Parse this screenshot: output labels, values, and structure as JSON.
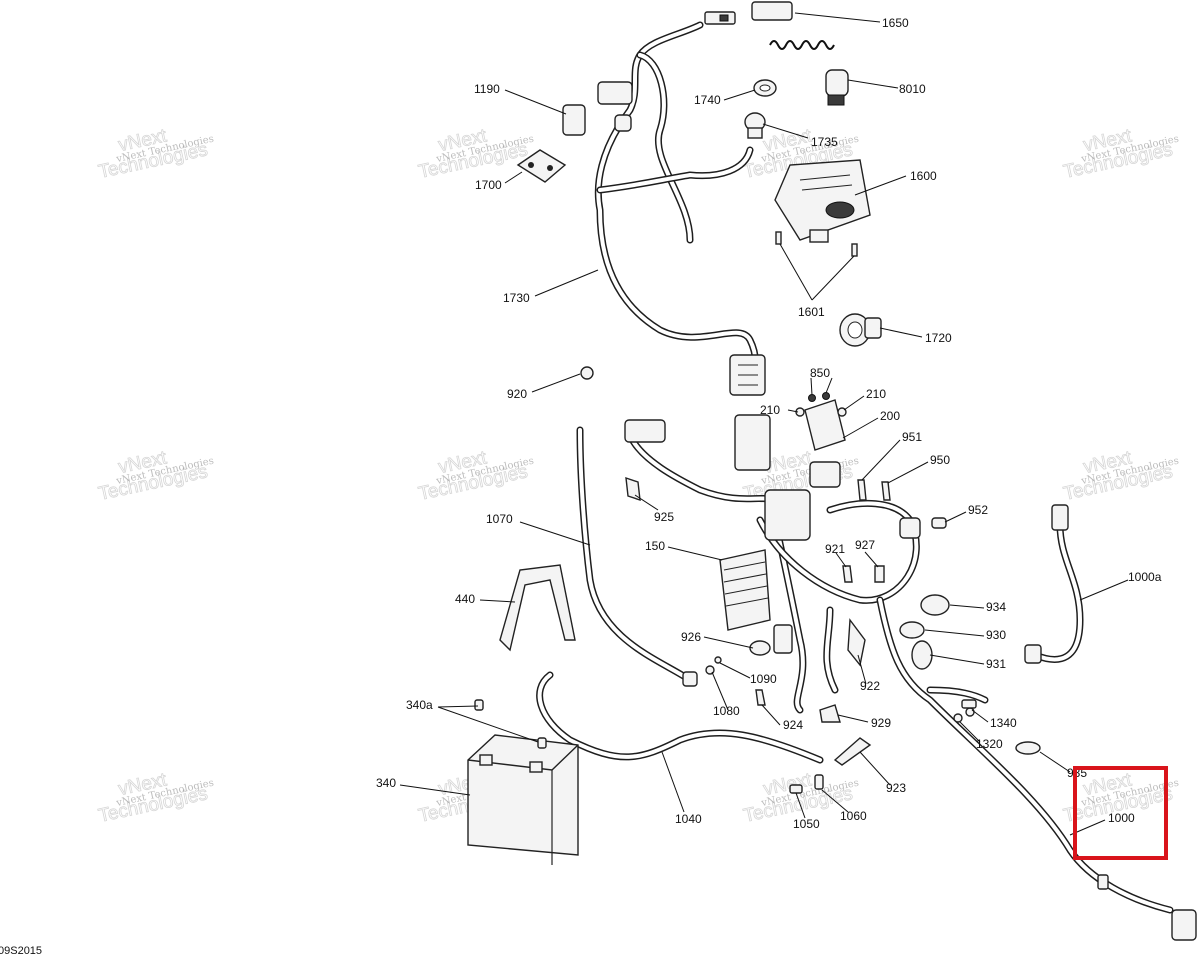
{
  "diagram": {
    "callouts": [
      {
        "id": "p1650",
        "text": "1650"
      },
      {
        "id": "p8010",
        "text": "8010"
      },
      {
        "id": "p1190",
        "text": "1190"
      },
      {
        "id": "p1740",
        "text": "1740"
      },
      {
        "id": "p1735",
        "text": "1735"
      },
      {
        "id": "p1700",
        "text": "1700"
      },
      {
        "id": "p1600",
        "text": "1600"
      },
      {
        "id": "p1730",
        "text": "1730"
      },
      {
        "id": "p1601",
        "text": "1601"
      },
      {
        "id": "p1720",
        "text": "1720"
      },
      {
        "id": "p850",
        "text": "850"
      },
      {
        "id": "p920",
        "text": "920"
      },
      {
        "id": "p210a",
        "text": "210"
      },
      {
        "id": "p210b",
        "text": "210"
      },
      {
        "id": "p200",
        "text": "200"
      },
      {
        "id": "p951",
        "text": "951"
      },
      {
        "id": "p950",
        "text": "950"
      },
      {
        "id": "p1070",
        "text": "1070"
      },
      {
        "id": "p925",
        "text": "925"
      },
      {
        "id": "p952",
        "text": "952"
      },
      {
        "id": "p150",
        "text": "150"
      },
      {
        "id": "p921",
        "text": "921"
      },
      {
        "id": "p927",
        "text": "927"
      },
      {
        "id": "p1000a",
        "text": "1000a"
      },
      {
        "id": "p440",
        "text": "440"
      },
      {
        "id": "p934",
        "text": "934"
      },
      {
        "id": "p926",
        "text": "926"
      },
      {
        "id": "p930",
        "text": "930"
      },
      {
        "id": "p931",
        "text": "931"
      },
      {
        "id": "p922",
        "text": "922"
      },
      {
        "id": "p1090",
        "text": "1090"
      },
      {
        "id": "p340a",
        "text": "340a"
      },
      {
        "id": "p1080",
        "text": "1080"
      },
      {
        "id": "p1340",
        "text": "1340"
      },
      {
        "id": "p924",
        "text": "924"
      },
      {
        "id": "p929",
        "text": "929"
      },
      {
        "id": "p1320",
        "text": "1320"
      },
      {
        "id": "p935",
        "text": "935"
      },
      {
        "id": "p340",
        "text": "340"
      },
      {
        "id": "p923",
        "text": "923"
      },
      {
        "id": "p1040",
        "text": "1040"
      },
      {
        "id": "p1050",
        "text": "1050"
      },
      {
        "id": "p1060",
        "text": "1060"
      },
      {
        "id": "p1000",
        "text": "1000"
      }
    ],
    "watermark_small": "vNext Technologies",
    "watermark_big": "Technologies",
    "watermark_top": "vNext",
    "drawing_code": "09S2015",
    "highlight_color": "#d9141b"
  }
}
